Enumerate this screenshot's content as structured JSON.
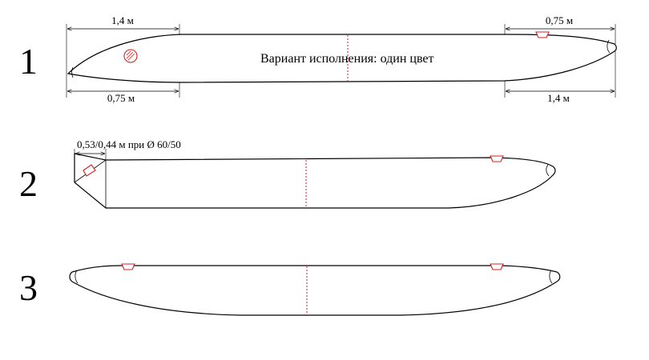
{
  "diagrams": [
    {
      "number": "1",
      "caption": "Вариант исполнения: один цвет",
      "dimensions": {
        "top_left": "1,4 м",
        "top_right": "0,75 м",
        "bottom_left": "0,75 м",
        "bottom_right": "1,4 м"
      }
    },
    {
      "number": "2",
      "dimension": "0,53/0,44 м при Ø 60/50"
    },
    {
      "number": "3"
    }
  ],
  "colors": {
    "outline": "#000000",
    "accent": "#d42020"
  }
}
